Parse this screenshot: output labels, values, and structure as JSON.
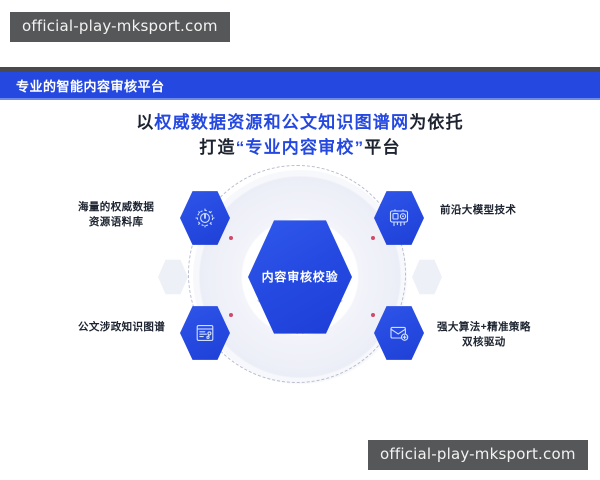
{
  "watermarks": {
    "top": "official-play-mksport.com",
    "bottom": "official-play-mksport.com"
  },
  "header": {
    "title": "专业的智能内容审核平台",
    "bar_color": "#2549e0",
    "strip_color": "#4a4a4d"
  },
  "headline": {
    "line1_part1": "以",
    "line1_part2": "权威数据资源和公文知识图谱网",
    "line1_part3": "为依托",
    "line2_part1": "打造",
    "line2_part2": "“专业内容审校”",
    "line2_part3": "平台",
    "dark_color": "#1d2430",
    "accent_color": "#2549e0"
  },
  "diagram": {
    "center": {
      "label": "内容审核校验",
      "icon": "hexagon-core"
    },
    "nodes": [
      {
        "id": "top-left",
        "icon": "gear-icon",
        "label_line1": "海量的权威数据",
        "label_line2": "资源语料库"
      },
      {
        "id": "top-right",
        "icon": "chip-icon",
        "label_line1": "前沿大模型技术",
        "label_line2": ""
      },
      {
        "id": "bottom-left",
        "icon": "document-graph-icon",
        "label_line1": "公文涉政知识图谱",
        "label_line2": ""
      },
      {
        "id": "bottom-right",
        "icon": "mail-algorithm-icon",
        "label_line1": "强大算法+精准策略",
        "label_line2": "双核驱动"
      }
    ]
  }
}
